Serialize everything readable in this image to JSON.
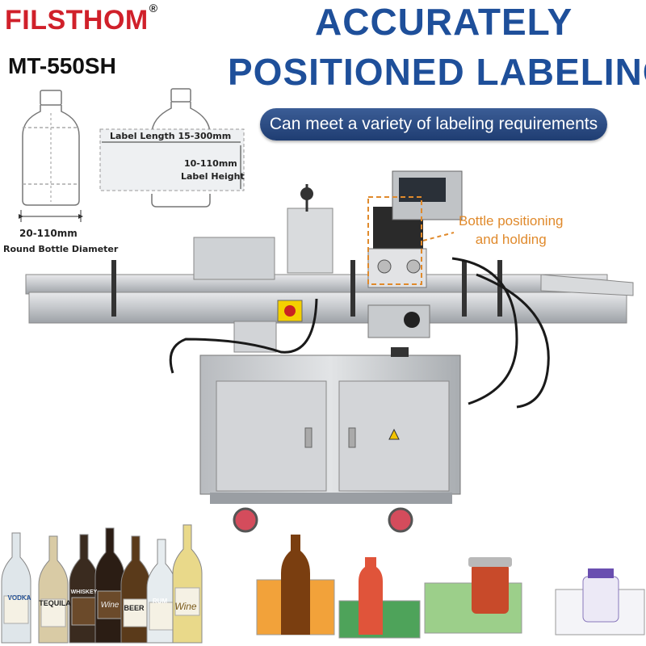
{
  "brand": {
    "name": "FILSTHOM",
    "registered": "®"
  },
  "model": "MT-550SH",
  "headline": {
    "line1": "ACCURATELY",
    "line2": "POSITIONED LABELING"
  },
  "subtitle": "Can meet a variety of labeling requirements",
  "diagram": {
    "bottle_diameter": "20-110mm",
    "bottle_caption": "Round Bottle Diameter",
    "label_length": "Label Length 15-300mm",
    "label_height_value": "10-110mm",
    "label_height_caption": "Label Height"
  },
  "callout": {
    "line1": "Bottle positioning",
    "line2": "and holding"
  },
  "samples": {
    "bottles": [
      "VODKA",
      "TEQUILA",
      "WHISKEY",
      "Wine",
      "BEER",
      "RUM",
      "Wine"
    ],
    "bottle_colors": [
      "#dfe6ea",
      "#d9cba5",
      "#3a2b1f",
      "#2b1d14",
      "#5a3a1a",
      "#e6ecef",
      "#e9d98a"
    ]
  },
  "colors": {
    "brand_red": "#d0202a",
    "headline_blue": "#1e4f9a",
    "pill": "#2a4a82",
    "callout_orange": "#e08a2c"
  }
}
